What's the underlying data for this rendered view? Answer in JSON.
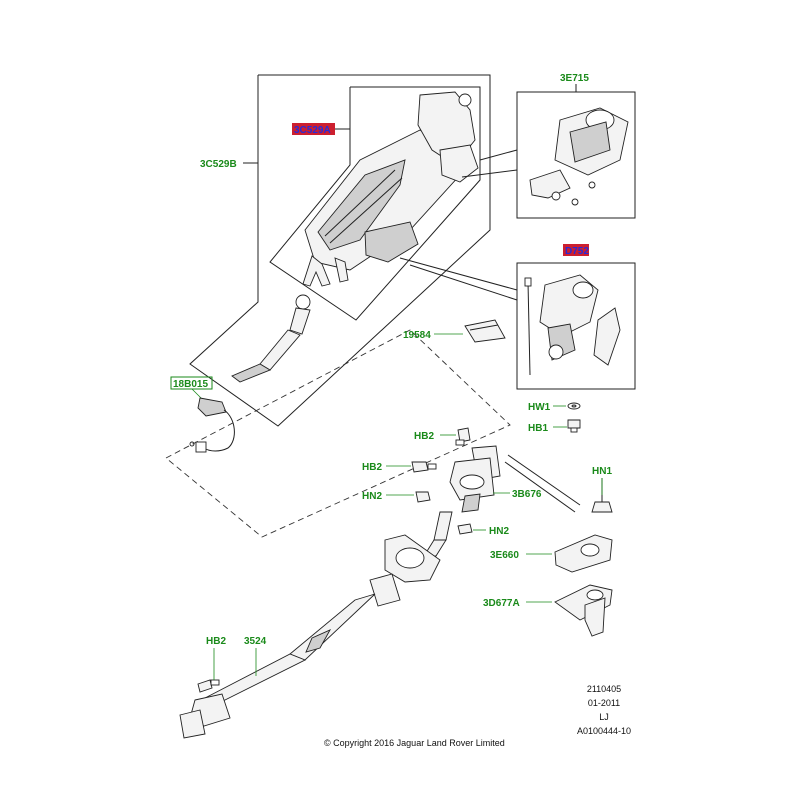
{
  "labels": {
    "col_3c529a": "3C529A",
    "col_3c529b": "3C529B",
    "motor_3e715": "3E715",
    "d752": "D752",
    "clip_19584": "19584",
    "harness_18b015": "18B015",
    "hw1": "HW1",
    "hb1": "HB1",
    "hb2_upper": "HB2",
    "hb2_mid": "HB2",
    "hn2_left": "HN2",
    "hn2_right": "HN2",
    "hn1": "HN1",
    "coupling_3b676": "3B676",
    "seal_3e660": "3E660",
    "boot_3d677a": "3D677A",
    "hb2_lower": "HB2",
    "shaft_3524": "3524"
  },
  "meta": {
    "line1": "2110405",
    "line2": "01-2011",
    "line3": "LJ",
    "line4": "A0100444-10"
  },
  "copyright": "© Copyright  2016  Jaguar Land Rover Limited",
  "colors": {
    "label": "#1a8a1a",
    "highlight_fill": "#cc1f2f",
    "highlight_text": "#2a2ad6"
  }
}
